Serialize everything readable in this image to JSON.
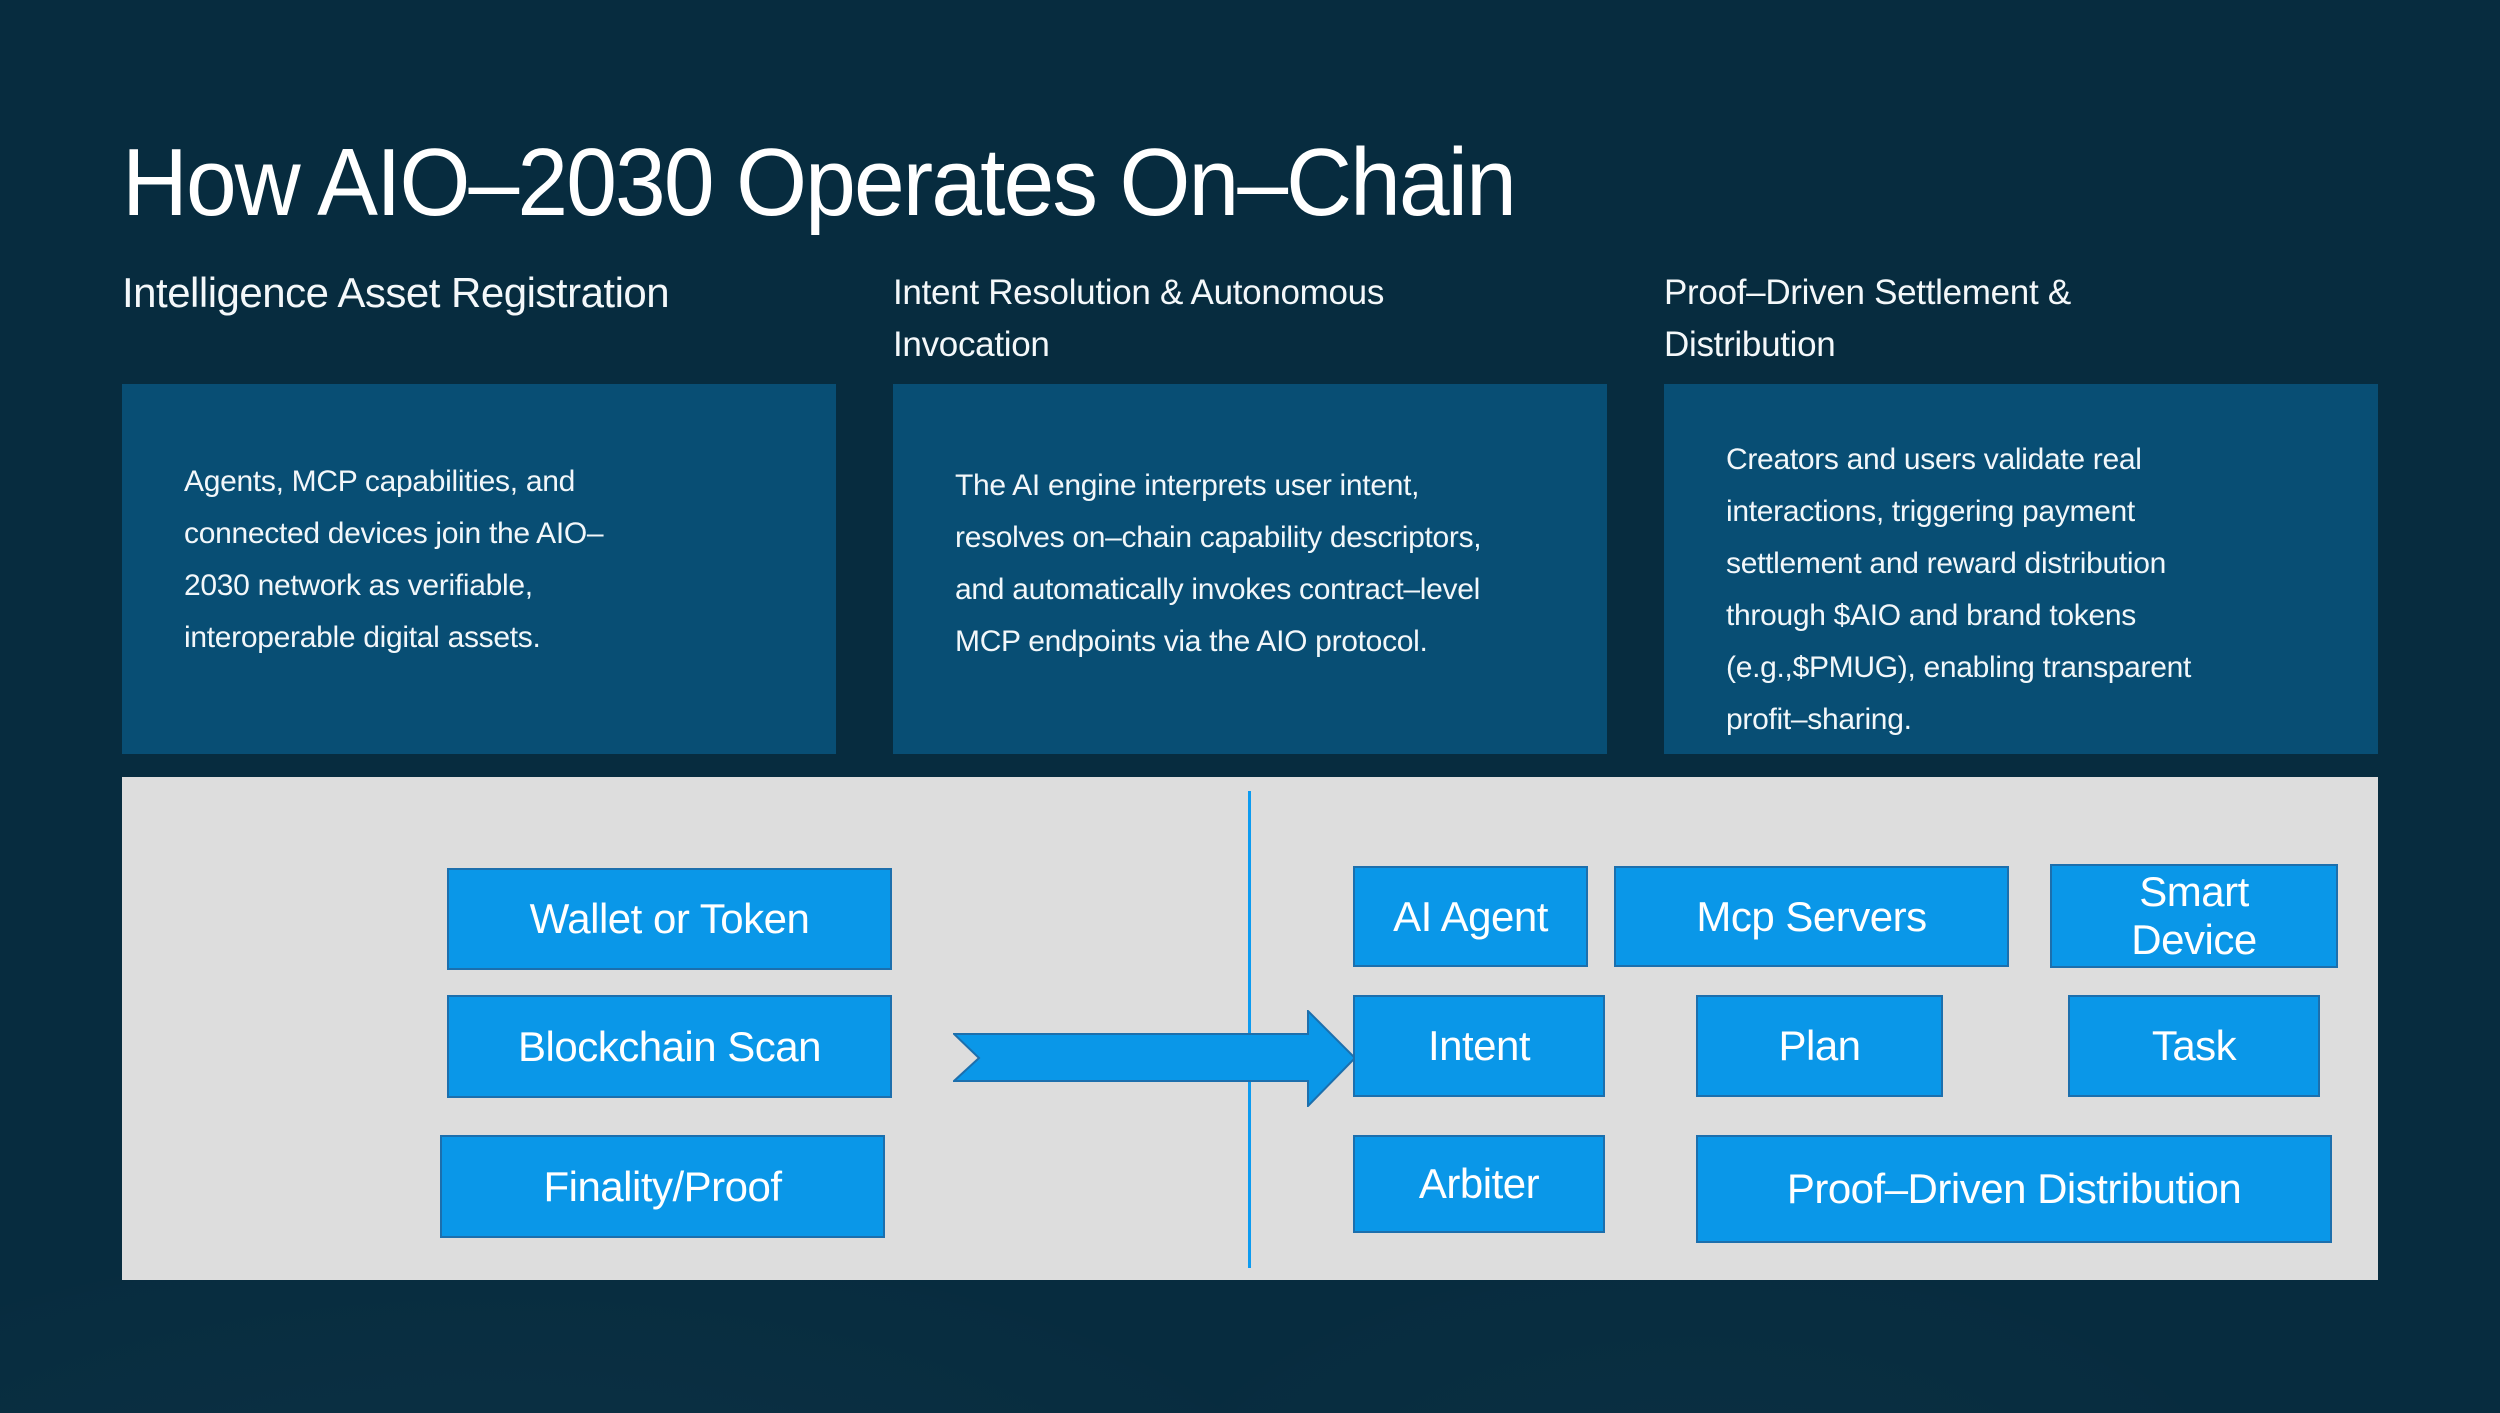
{
  "title": "How AIO–2030 Operates On–Chain",
  "columns": [
    {
      "header": "Intelligence Asset Registration",
      "body": "Agents, MCP capabilities, and\nconnected devices join the AIO–\n2030 network as verifiable,\ninteroperable digital assets."
    },
    {
      "header": "Intent Resolution & Autonomous\nInvocation",
      "body": "The AI engine interprets user intent,\nresolves on–chain capability descriptors,\nand automatically invokes contract–level\nMCP endpoints via the AIO protocol."
    },
    {
      "header": "Proof–Driven Settlement &\nDistribution",
      "body": "Creators and users validate real\ninteractions, triggering payment\nsettlement and reward distribution\nthrough $AIO and brand tokens\n(e.g.,$PMUG), enabling transparent\nprofit–sharing."
    }
  ],
  "diagram": {
    "nodes": [
      {
        "label": "Wallet or Token"
      },
      {
        "label": "Blockchain Scan"
      },
      {
        "label": "Finality/Proof"
      },
      {
        "label": "AI Agent"
      },
      {
        "label": "Mcp Servers"
      },
      {
        "label": "Smart\nDevice"
      },
      {
        "label": "Intent"
      },
      {
        "label": "Plan"
      },
      {
        "label": "Task"
      },
      {
        "label": "Arbiter"
      },
      {
        "label": "Proof–Driven Distribution"
      }
    ]
  },
  "colors": {
    "background_navy": "#072c3f",
    "panel_blue": "#084e74",
    "node_fill": "#0a97e8",
    "node_border": "#1c6fad",
    "canvas_gray": "#dddddd",
    "divider_blue": "#0d9bf0",
    "text_white": "#ffffff"
  }
}
